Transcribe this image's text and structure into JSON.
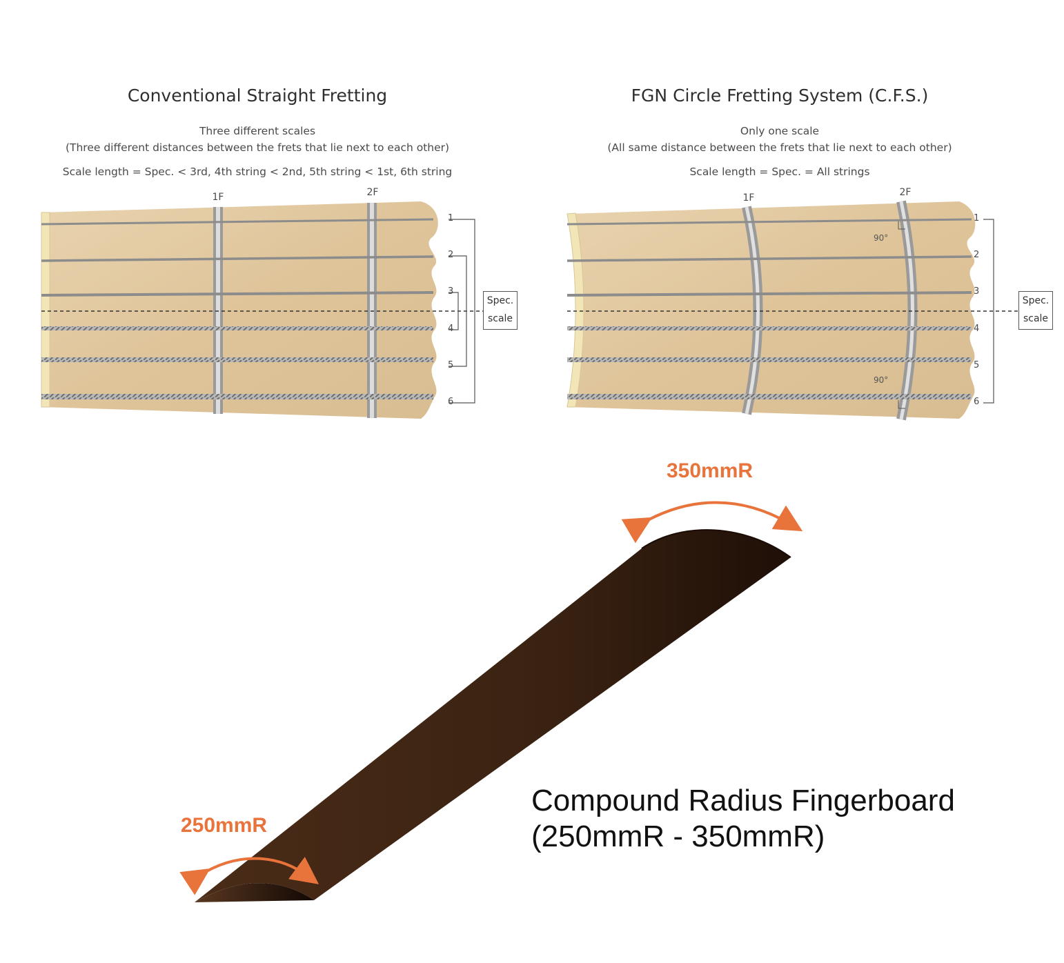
{
  "left_panel": {
    "title": "Conventional Straight Fretting",
    "subtitle1": "Three different scales",
    "subtitle2": "(Three different distances between the frets that lie next to each other)",
    "scale_note": "Scale length = Spec. < 3rd, 4th string < 2nd, 5th string < 1st, 6th string",
    "fret_labels": [
      "1F",
      "2F"
    ],
    "string_numbers": [
      "1",
      "2",
      "3",
      "4",
      "5",
      "6"
    ],
    "spec_label_line1": "Spec.",
    "spec_label_line2": "scale"
  },
  "right_panel": {
    "title": "FGN Circle Fretting System (C.F.S.)",
    "subtitle1": "Only one scale",
    "subtitle2": "(All same distance between the frets that lie next to each other)",
    "scale_note": "Scale length = Spec. = All strings",
    "fret_labels": [
      "1F",
      "2F"
    ],
    "string_numbers": [
      "1",
      "2",
      "3",
      "4",
      "5",
      "6"
    ],
    "spec_label_line1": "Spec.",
    "spec_label_line2": "scale",
    "angle_label_top": "90°",
    "angle_label_bottom": "90°"
  },
  "fingerboard": {
    "radius_top": "350mmR",
    "radius_bottom": "250mmR",
    "caption_line1": "Compound Radius Fingerboard",
    "caption_line2": "(250mmR - 350mmR)"
  },
  "colors": {
    "wood": "#e3c9a0",
    "nut": "#f2e6b8",
    "fret": "#8e8e8e",
    "fingerboard_dark": "#2a160c",
    "fingerboard_mid": "#4a2c17",
    "arrow": "#e8743c"
  }
}
